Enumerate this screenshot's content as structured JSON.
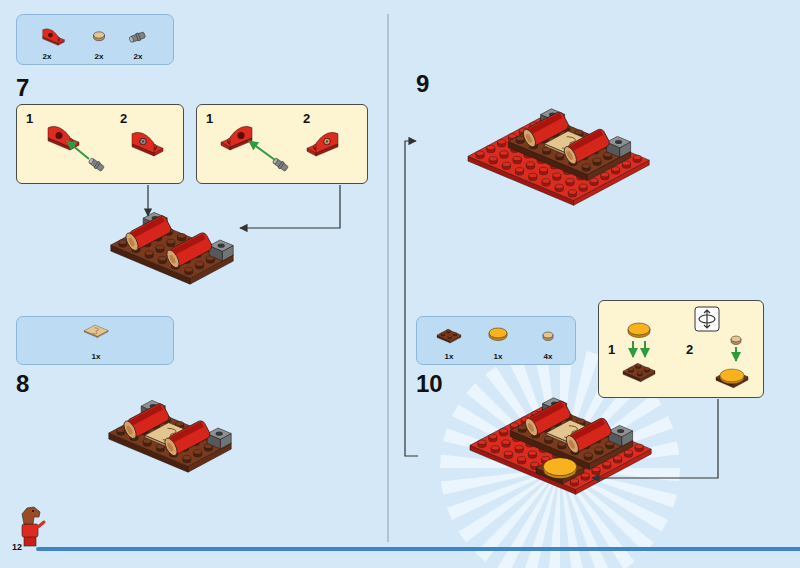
{
  "diagram": {
    "nodes": [
      {
        "text": [
          "2x",
          "2x",
          "2x"
        ]
      },
      {
        "text": [
          "1",
          "2"
        ]
      },
      {
        "text": [
          "1",
          "2"
        ]
      },
      {
        "text": [
          "1x"
        ]
      },
      {
        "text": [
          "1x",
          "1x",
          "4x"
        ]
      },
      {
        "text": [
          "1",
          "2"
        ]
      }
    ],
    "labels": [
      "7",
      "8",
      "9",
      "10",
      "12"
    ]
  }
}
